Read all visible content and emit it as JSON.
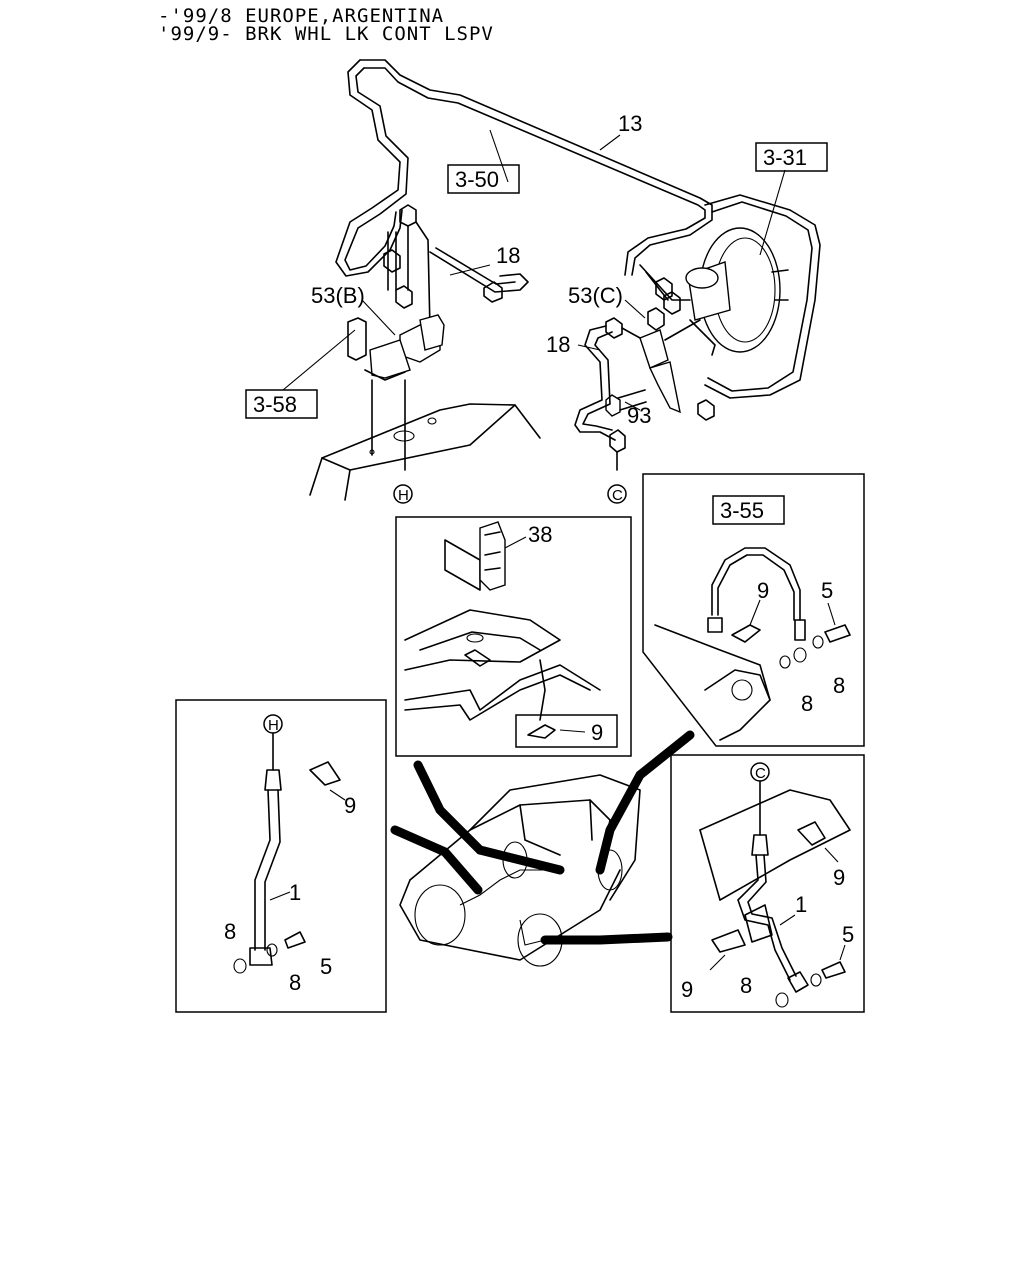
{
  "header": {
    "line1": "-'99/8 EUROPE,ARGENTINA",
    "line2": "'99/9- BRK WHL LK CONT LSPV"
  },
  "references": [
    "3-50",
    "3-31",
    "3-58",
    "3-55"
  ],
  "callouts": {
    "c13": "13",
    "c18a": "18",
    "c53b": "53(B)",
    "c53c": "53(C)",
    "c18b": "18",
    "c93": "93",
    "c38": "38",
    "c9_inset": "9",
    "c9_r1": "9",
    "c5_r1": "5",
    "c8_r1a": "8",
    "c8_r1b": "8",
    "c9_left": "9",
    "c1_left": "1",
    "c8_left_a": "8",
    "c5_left": "5",
    "c8_left_b": "8",
    "c9_r2a": "9",
    "c1_r2": "1",
    "c5_r2": "5",
    "c9_r2b": "9",
    "c8_r2": "8"
  },
  "connectors": {
    "h_top": "H",
    "c_top": "C",
    "h_left": "H",
    "c_right": "C"
  }
}
